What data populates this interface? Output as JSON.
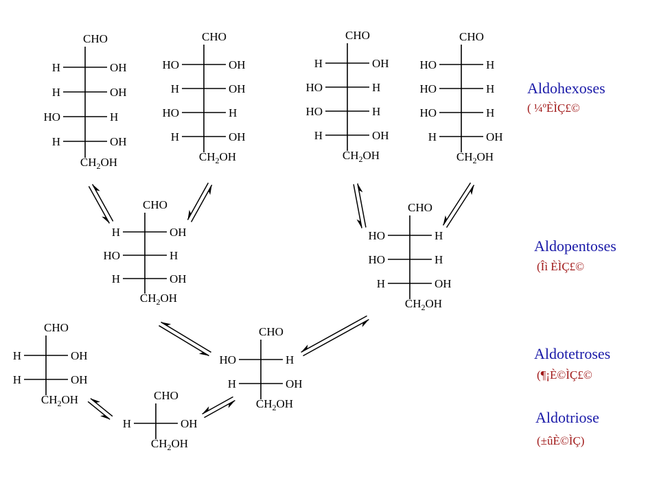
{
  "labels": {
    "aldohexoses": {
      "en": "Aldohexoses",
      "cn": "( ¼ºÈÌÇ£©"
    },
    "aldopentoses": {
      "en": "Aldopentoses",
      "cn": "(Îì ÈÌÇ£©"
    },
    "aldotetroses": {
      "en": "Aldotetroses",
      "cn": "(¶¡È©ÌÇ£©"
    },
    "aldotriose": {
      "en": "Aldotriose",
      "cn": "(±ûÈ©ÌÇ)"
    }
  },
  "molecules": [
    {
      "id": "hexose-1",
      "top": "CHO",
      "bottom": "CH2OH",
      "rows": [
        [
          "H",
          "OH"
        ],
        [
          "H",
          "OH"
        ],
        [
          "HO",
          "H"
        ],
        [
          "H",
          "OH"
        ]
      ]
    },
    {
      "id": "hexose-2",
      "top": "CHO",
      "bottom": "CH2OH",
      "rows": [
        [
          "HO",
          "OH"
        ],
        [
          "H",
          "OH"
        ],
        [
          "HO",
          "H"
        ],
        [
          "H",
          "OH"
        ]
      ]
    },
    {
      "id": "hexose-3",
      "top": "CHO",
      "bottom": "CH2OH",
      "rows": [
        [
          "H",
          "OH"
        ],
        [
          "HO",
          "H"
        ],
        [
          "HO",
          "H"
        ],
        [
          "H",
          "OH"
        ]
      ]
    },
    {
      "id": "hexose-4",
      "top": "CHO",
      "bottom": "CH2OH",
      "rows": [
        [
          "HO",
          "H"
        ],
        [
          "HO",
          "H"
        ],
        [
          "HO",
          "H"
        ],
        [
          "H",
          "OH"
        ]
      ]
    },
    {
      "id": "pentose-1",
      "top": "CHO",
      "bottom": "CH2OH",
      "rows": [
        [
          "H",
          "OH"
        ],
        [
          "HO",
          "H"
        ],
        [
          "H",
          "OH"
        ]
      ]
    },
    {
      "id": "pentose-2",
      "top": "CHO",
      "bottom": "CH2OH",
      "rows": [
        [
          "HO",
          "H"
        ],
        [
          "HO",
          "H"
        ],
        [
          "H",
          "OH"
        ]
      ]
    },
    {
      "id": "tetrose-1",
      "top": "CHO",
      "bottom": "CH2OH",
      "rows": [
        [
          "H",
          "OH"
        ],
        [
          "H",
          "OH"
        ]
      ]
    },
    {
      "id": "tetrose-2",
      "top": "CHO",
      "bottom": "CH2OH",
      "rows": [
        [
          "HO",
          "H"
        ],
        [
          "H",
          "OH"
        ]
      ]
    },
    {
      "id": "triose",
      "top": "CHO",
      "bottom": "CH2OH",
      "rows": [
        [
          "H",
          "OH"
        ]
      ]
    }
  ]
}
